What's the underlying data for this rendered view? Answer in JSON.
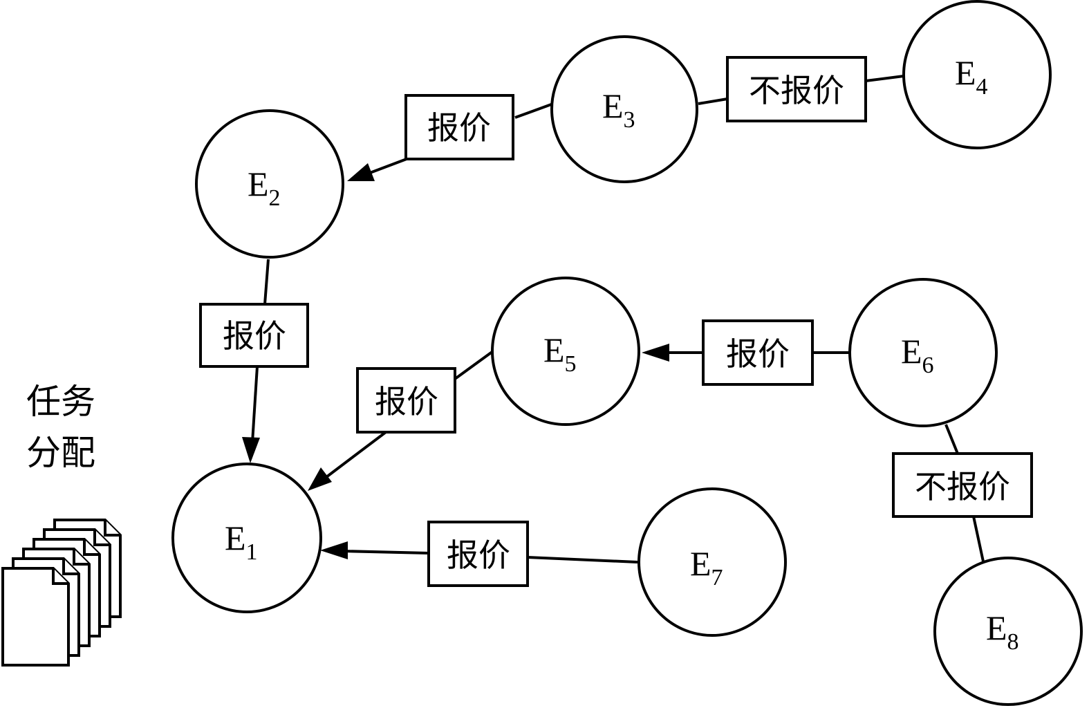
{
  "diagram": {
    "title_lines": [
      "任务",
      "分配"
    ],
    "document_stack_count": 6,
    "nodes": [
      {
        "id": "E1",
        "letter": "E",
        "sub": "1"
      },
      {
        "id": "E2",
        "letter": "E",
        "sub": "2"
      },
      {
        "id": "E3",
        "letter": "E",
        "sub": "3"
      },
      {
        "id": "E4",
        "letter": "E",
        "sub": "4"
      },
      {
        "id": "E5",
        "letter": "E",
        "sub": "5"
      },
      {
        "id": "E6",
        "letter": "E",
        "sub": "6"
      },
      {
        "id": "E7",
        "letter": "E",
        "sub": "7"
      },
      {
        "id": "E8",
        "letter": "E",
        "sub": "8"
      }
    ],
    "edges": [
      {
        "from": "E3",
        "to": "E2",
        "label": "报价",
        "directed": true
      },
      {
        "from": "E4",
        "to": "E3",
        "label": "不报价",
        "directed": false
      },
      {
        "from": "E2",
        "to": "E1",
        "label": "报价",
        "directed": true
      },
      {
        "from": "E5",
        "to": "E1",
        "label": "报价",
        "directed": true
      },
      {
        "from": "E6",
        "to": "E5",
        "label": "报价",
        "directed": true
      },
      {
        "from": "E7",
        "to": "E1",
        "label": "报价",
        "directed": true
      },
      {
        "from": "E8",
        "to": "E6",
        "label": "不报价",
        "directed": false
      }
    ]
  }
}
